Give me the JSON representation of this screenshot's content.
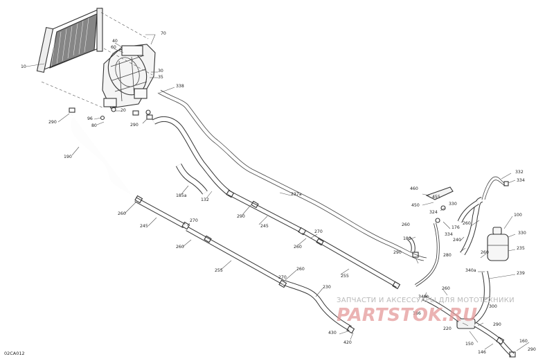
{
  "diagram_code": "02CA012",
  "watermark": {
    "line1": "ЗАПЧАСТИ И АКСЕССУАРЫ ДЛЯ МОТОТЕХНИКИ",
    "logo": "PARTSTOK.RU"
  },
  "labels": {
    "l10": "10",
    "l70": "70",
    "l40": "40",
    "l60": "60",
    "l30": "30",
    "l35": "35",
    "l20": "20",
    "l96": "96",
    "l80": "80",
    "l290a": "290",
    "l290b": "290",
    "l338": "338",
    "l190": "190",
    "l185a": "185a",
    "l132": "132",
    "l237a": "237a",
    "l290c": "290",
    "l270a": "270",
    "l245a": "245",
    "l260a": "260",
    "l270b": "270",
    "l260b": "260",
    "l245b": "245",
    "l260c": "260",
    "l255a": "255",
    "l255b": "255",
    "l260d": "260",
    "l230": "230",
    "l270c": "270",
    "l340b": "340b",
    "l460": "460",
    "l455": "455",
    "l450": "450",
    "l330a": "330",
    "l324": "324",
    "l176": "176",
    "l334": "334",
    "l280": "280",
    "l260e": "260",
    "l180": "180",
    "l290d": "290",
    "l240": "240",
    "l340a": "340a",
    "l332": "332",
    "l334b": "334",
    "l100": "100",
    "l330b": "330",
    "l235": "235",
    "l300": "300",
    "l239": "239",
    "l186": "186",
    "l220": "220",
    "l290e": "290",
    "l430": "430",
    "l420": "420",
    "l150": "150",
    "l146": "146",
    "l160": "160",
    "l290f": "290",
    "l260f": "260",
    "l260g": "260"
  }
}
